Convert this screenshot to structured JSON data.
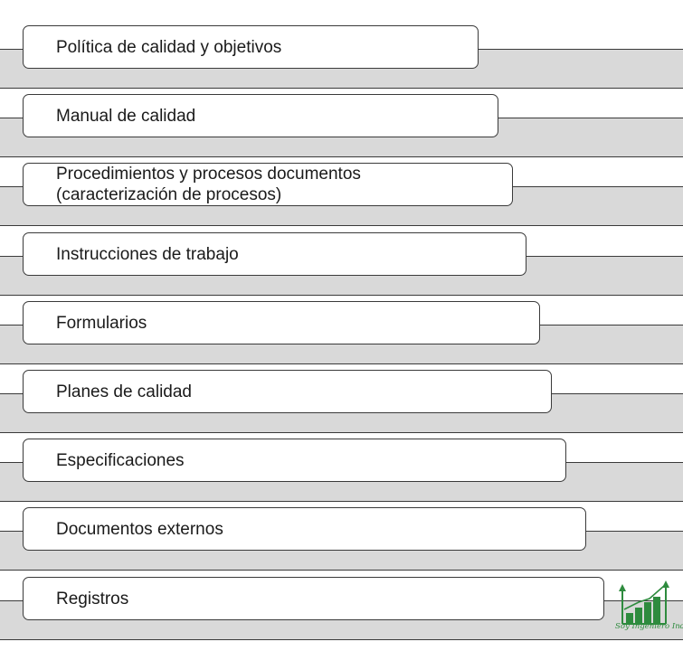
{
  "levels": [
    {
      "label": "Política de calidad y objetivos"
    },
    {
      "label": "Manual de calidad"
    },
    {
      "label": "Procedimientos y procesos documentos (caracterización de procesos)"
    },
    {
      "label": "Instrucciones de trabajo"
    },
    {
      "label": "Formularios"
    },
    {
      "label": "Planes de calidad"
    },
    {
      "label": "Especificaciones"
    },
    {
      "label": "Documentos externos"
    },
    {
      "label": "Registros"
    }
  ],
  "watermark": {
    "text": "Soy Ingeniero Industrial",
    "icon": "rising-bar-chart-icon",
    "color": "#2e8b3e"
  }
}
